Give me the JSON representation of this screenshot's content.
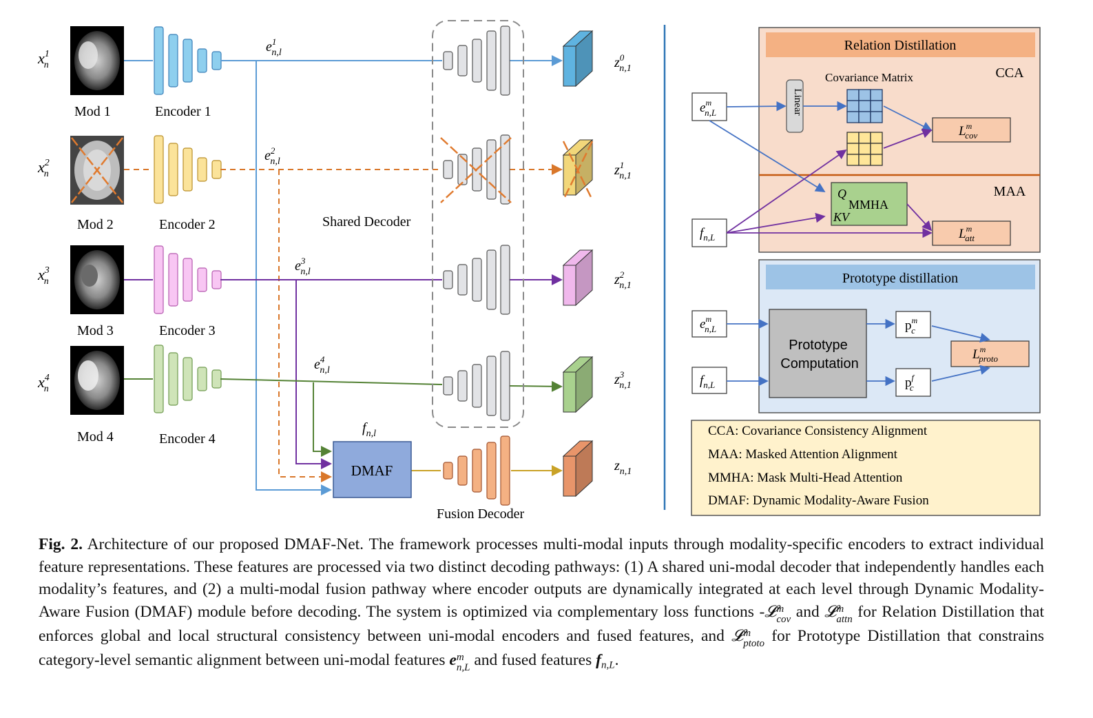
{
  "inputs": [
    {
      "label": "Mod 1",
      "var": "x",
      "sup": "1",
      "sub": "n"
    },
    {
      "label": "Mod 2",
      "var": "x",
      "sup": "2",
      "sub": "n"
    },
    {
      "label": "Mod 3",
      "var": "x",
      "sup": "3",
      "sub": "n"
    },
    {
      "label": "Mod 4",
      "var": "x",
      "sup": "4",
      "sub": "n"
    }
  ],
  "encoders": [
    {
      "label": "Encoder 1",
      "color": "#8ecfee",
      "stroke": "#3a7fb8"
    },
    {
      "label": "Encoder 2",
      "color": "#fbe39a",
      "stroke": "#b98f2a"
    },
    {
      "label": "Encoder 3",
      "color": "#f8c6f3",
      "stroke": "#b55aaf"
    },
    {
      "label": "Encoder 4",
      "color": "#cfe4b8",
      "stroke": "#6f9a4f"
    }
  ],
  "features": [
    {
      "var": "e",
      "sup": "1",
      "sub": "n,l"
    },
    {
      "var": "e",
      "sup": "2",
      "sub": "n,l"
    },
    {
      "var": "e",
      "sup": "3",
      "sub": "n,l"
    },
    {
      "var": "e",
      "sup": "4",
      "sub": "n,l"
    }
  ],
  "line_colors": {
    "mod1": "#5b9bd5",
    "mod2": "#d9772a",
    "mod3": "#7030a0",
    "mod4": "#548235",
    "fusion": "#c9a227",
    "cross": "#e07a2e"
  },
  "shared_decoder_label": "Shared Decoder",
  "outputs": [
    {
      "var": "z",
      "sup": "0",
      "sub": "n,1",
      "color": "#5fb3e0"
    },
    {
      "var": "z",
      "sup": "1",
      "sub": "n,1",
      "color": "#f2d77a"
    },
    {
      "var": "z",
      "sup": "2",
      "sub": "n,1",
      "color": "#f0b8ec"
    },
    {
      "var": "z",
      "sup": "3",
      "sub": "n,1",
      "color": "#a9d18e"
    },
    {
      "var": "z",
      "sup": "",
      "sub": "n,1",
      "color": "#e8956a"
    }
  ],
  "dmaf": {
    "label": "DMAF",
    "input_var": "f",
    "input_sub": "n,l",
    "color": "#8faadc"
  },
  "fusion_decoder_label": "Fusion Decoder",
  "relation_panel": {
    "title": "Relation Distillation",
    "cca_tag": "CCA",
    "maa_tag": "MAA",
    "cov_label": "Covariance Matrix",
    "linear_label": "Linear",
    "mmha_label": "MMHA",
    "q_label": "Q",
    "kv_label": "KV",
    "e_var": "e",
    "e_sup": "m",
    "e_sub": "n,L",
    "f_var": "f",
    "f_sub": "n,L",
    "loss_cov": {
      "var": "L",
      "sup": "m",
      "sub": "cov"
    },
    "loss_att": {
      "var": "L",
      "sup": "m",
      "sub": "att"
    }
  },
  "prototype_panel": {
    "title": "Prototype distillation",
    "box_line1": "Prototype",
    "box_line2": "Computation",
    "pm": {
      "var": "p",
      "sup": "m",
      "sub": "c"
    },
    "pf": {
      "var": "p",
      "sup": "f",
      "sub": "c"
    },
    "loss_proto": {
      "var": "L",
      "sup": "m",
      "sub": "proto"
    }
  },
  "legend": [
    "CCA: Covariance Consistency Alignment",
    "MAA: Masked  Attention Alignment",
    "MMHA: Mask Multi-Head Attention",
    "DMAF: Dynamic Modality-Aware Fusion"
  ],
  "caption": {
    "fig": "Fig. 2.",
    "t1": " Architecture of our proposed DMAF-Net. The framework processes multi-modal inputs through modality-specific encoders to extract individual feature representations. These features are processed via two distinct decoding pathways: (1) A shared uni-modal decoder that independently handles each modality’s features, and (2) a multi-modal fusion pathway where encoder outputs are dynamically integrated at each level through Dynamic Modality-Aware Fusion (DMAF) module before decoding. The system is optimized via complementary loss functions -",
    "Lsym": "𝓛",
    "cov_sup": "m",
    "cov_sub": "cov",
    "t2": " and ",
    "attn_sup": "m",
    "attn_sub": "attn",
    "t3": " for Relation Distillation that enforces global and local structural consistency between uni-modal encoders and fused features, and ",
    "ptoto_sup": "m",
    "ptoto_sub": "ptoto",
    "t4": " for Prototype Distillation that constrains category-level semantic alignment between uni-modal features ",
    "e_var": "e",
    "e_sup": "m",
    "e_sub": "n,L",
    "t5": " and fused features ",
    "f_var": "f",
    "f_sub": "n,L",
    "t6": "."
  }
}
